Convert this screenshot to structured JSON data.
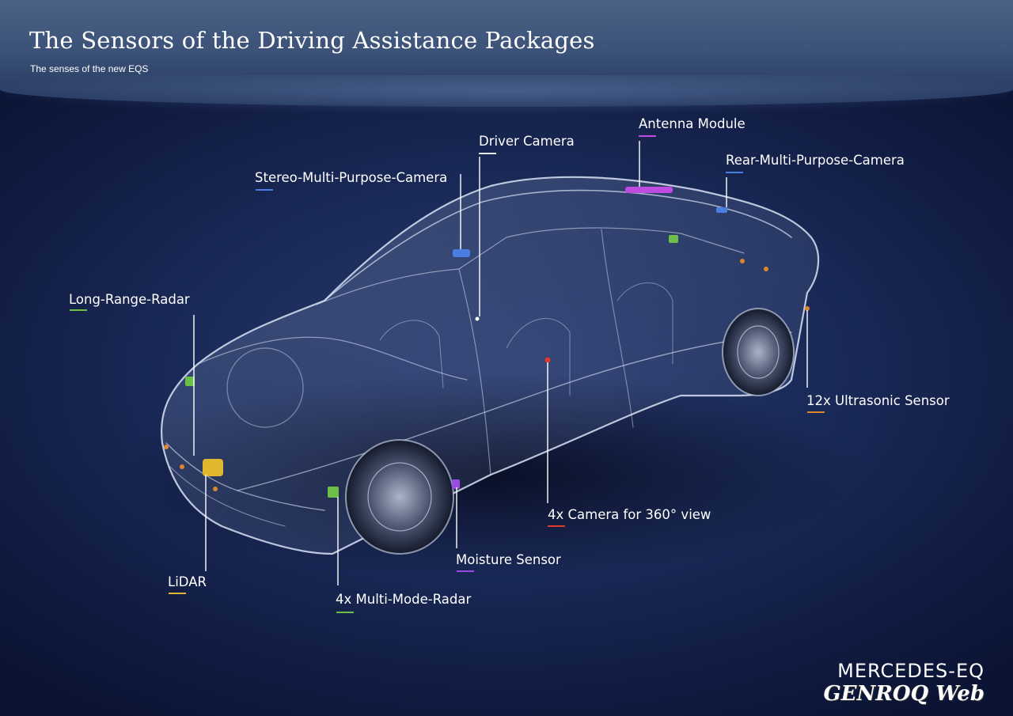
{
  "header": {
    "title": "The Sensors of the Driving Assistance Packages",
    "subtitle": "The senses of the new EQS"
  },
  "labels": {
    "antenna_module": "Antenna Module",
    "driver_camera": "Driver Camera",
    "rear_camera": "Rear-Multi-Purpose-Camera",
    "stereo_camera": "Stereo-Multi-Purpose-Camera",
    "long_range_radar": "Long-Range-Radar",
    "ultrasonic": "12x Ultrasonic Sensor",
    "camera_360": "4x Camera for 360° view",
    "moisture": "Moisture Sensor",
    "lidar": "LiDAR",
    "multi_mode_radar": "4x Multi-Mode-Radar"
  },
  "branding": {
    "logo": "MERCEDES-EQ",
    "watermark": "GENROQ Web"
  },
  "colors": {
    "antenna_module": "#c04be0",
    "driver_camera": "#e8e8e8",
    "rear_camera": "#4a7ee0",
    "stereo_camera": "#4a7ee0",
    "long_range_radar": "#6cc04a",
    "ultrasonic": "#e0852e",
    "camera_360": "#e03a2e",
    "moisture": "#9a4be0",
    "lidar": "#e0b82e",
    "multi_mode_radar": "#6cc04a"
  }
}
